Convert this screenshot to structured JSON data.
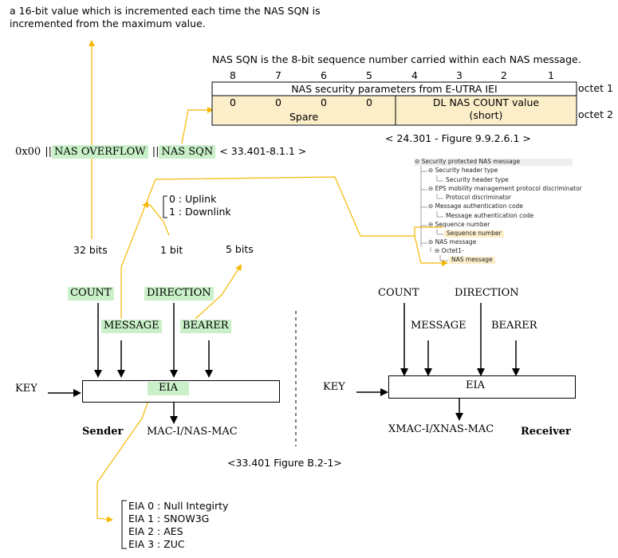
{
  "top_note": {
    "line1": "a 16-bit value which is incremented each time the NAS SQN is",
    "line2": "incremented from the maximum value."
  },
  "nas_sqn_note": "NAS SQN is the 8-bit sequence number carried within each NAS message.",
  "ie_table": {
    "bit_numbers": [
      "8",
      "7",
      "6",
      "5",
      "4",
      "3",
      "2",
      "1"
    ],
    "row1_label": "NAS security parameters from E-UTRA IEI",
    "row1_octet": "octet 1",
    "row2_bits": [
      "0",
      "0",
      "0",
      "0"
    ],
    "row2_spare": "Spare",
    "row2_count_line1": "DL NAS COUNT value",
    "row2_count_line2": "(short)",
    "row2_octet": "octet 2",
    "reference": "< 24.301 - Figure 9.9.2.6.1 >"
  },
  "count_formula": {
    "prefix": "0x00",
    "sep1": "||",
    "overflow": "NAS OVERFLOW",
    "sep2": "||",
    "sqn": "NAS SQN",
    "reference": "< 33.401-8.1.1 >"
  },
  "direction_values": {
    "line1": "0 : Uplink",
    "line2": "1 : Downlink"
  },
  "bit_sizes": {
    "count": "32 bits",
    "direction": "1 bit",
    "bearer": "5 bits"
  },
  "protocol_tree": [
    "Security protected NAS message",
    "Security header type",
    "Security header type",
    "EPS mobility management protocol discriminator",
    "Protocol discriminator",
    "Message authentication code",
    "Message authentication code",
    "Sequence number",
    "Sequence number",
    "NAS message",
    "Octet1-",
    "NAS message"
  ],
  "sender": {
    "count": "COUNT",
    "direction": "DIRECTION",
    "message": "MESSAGE",
    "bearer": "BEARER",
    "key": "KEY",
    "eia": "EIA",
    "output": "MAC-I/NAS-MAC",
    "label": "Sender"
  },
  "receiver": {
    "count": "COUNT",
    "direction": "DIRECTION",
    "message": "MESSAGE",
    "bearer": "BEARER",
    "key": "KEY",
    "eia": "EIA",
    "output": "XMAC-I/XNAS-MAC",
    "label": "Receiver"
  },
  "figure_reference": "<33.401 Figure B.2-1>",
  "eia_algorithms": [
    "EIA 0 : Null Integirty",
    "EIA 1 : SNOW3G",
    "EIA 2 : AES",
    "EIA 3 : ZUC"
  ],
  "colors": {
    "highlight_green": "#c9f0c9",
    "highlight_yellow": "#fbeec8",
    "connector_orange": "#f5b800"
  }
}
